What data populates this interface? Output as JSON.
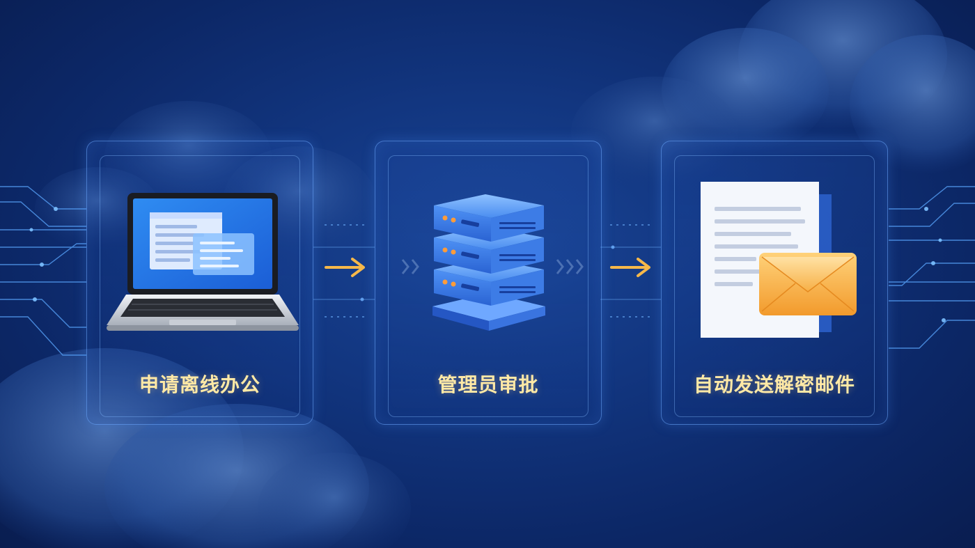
{
  "steps": [
    {
      "label": "申请离线办公",
      "icon": "laptop-icon"
    },
    {
      "label": "管理员审批",
      "icon": "server-icon"
    },
    {
      "label": "自动发送解密邮件",
      "icon": "document-email-icon"
    }
  ],
  "colors": {
    "background": "#0c2766",
    "panel_border": "#6eaaff",
    "label_text": "#ffe9a6",
    "arrow": "#f6b84a",
    "server": "#4a8df0",
    "envelope": "#f7b046"
  }
}
